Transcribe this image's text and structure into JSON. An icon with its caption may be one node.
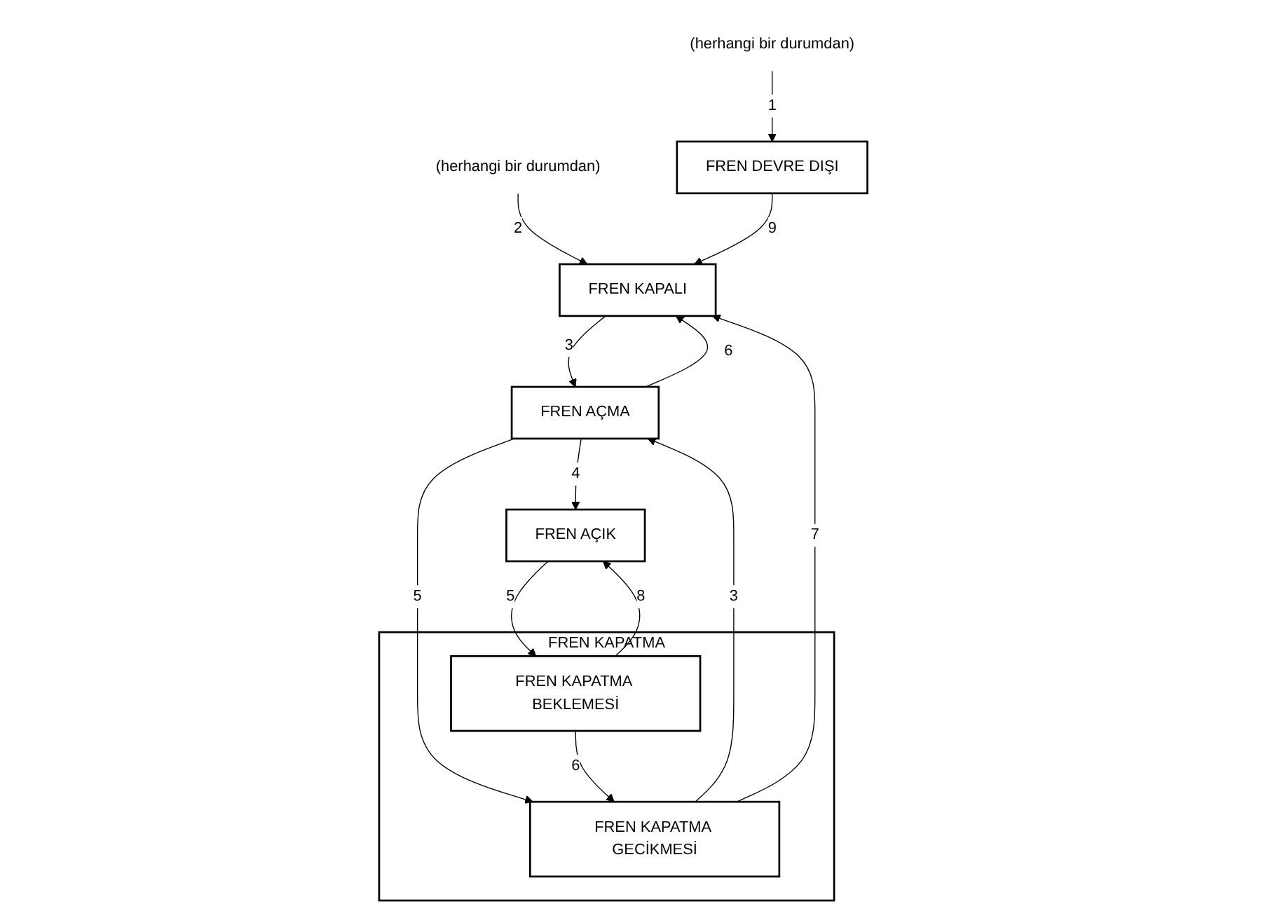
{
  "diagram": {
    "nodes": [
      {
        "text": [
          "(herhangi bir durumdan)"
        ]
      },
      {
        "text": [
          "(herhangi bir durumdan)"
        ]
      },
      {
        "text": [
          "FREN DEVRE DIŞI"
        ]
      },
      {
        "text": [
          "FREN KAPALI"
        ]
      },
      {
        "text": [
          "FREN AÇMA"
        ]
      },
      {
        "text": [
          "FREN KAPATMA"
        ]
      },
      {
        "text": [
          "FREN KAPATMA GECİKMESİ"
        ],
        "in": 5
      },
      {
        "text": [
          "FREN KAPATMA BEKLEMESİ"
        ],
        "in": 5
      },
      {
        "text": [
          "FREN AÇIK"
        ]
      }
    ],
    "edges": [
      {
        "from": 0,
        "to": 2,
        "arrow": "to",
        "label": "1"
      },
      {
        "from": 1,
        "to": 3,
        "arrow": "to",
        "label": "2"
      },
      {
        "from": 3,
        "to": 4,
        "arrow": "to",
        "label": "3"
      },
      {
        "from": 4,
        "to": 3,
        "arrow": "to",
        "label": "6"
      },
      {
        "from": 2,
        "to": 3,
        "arrow": "to",
        "label": "9"
      },
      {
        "from": 6,
        "to": 4,
        "arrow": "to",
        "label": "3"
      },
      {
        "from": 4,
        "to": 6,
        "arrow": "to",
        "label": "5"
      },
      {
        "from": 4,
        "to": 8,
        "arrow": "to",
        "label": "4"
      },
      {
        "from": 6,
        "to": 3,
        "arrow": "to",
        "label": "7"
      },
      {
        "from": 7,
        "to": 6,
        "arrow": "to",
        "label": "6"
      },
      {
        "from": 8,
        "to": 7,
        "arrow": "to",
        "label": "5"
      },
      {
        "from": 7,
        "to": 8,
        "arrow": "to",
        "label": "8"
      }
    ]
  }
}
